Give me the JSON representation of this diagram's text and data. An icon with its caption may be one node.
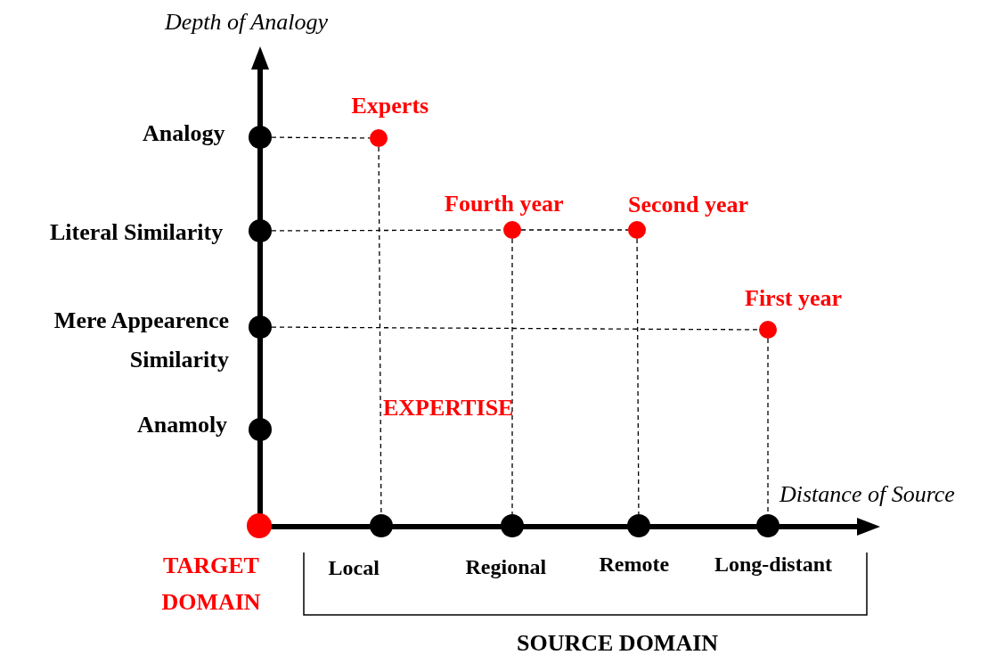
{
  "diagram": {
    "nodes": [
      {
        "text": [],
        "shape": "circle",
        "beside": [
          "Analogy"
        ]
      },
      {
        "text": [],
        "shape": "circle",
        "beside": [
          "Experts"
        ]
      },
      {
        "text": [],
        "shape": "circle",
        "beside": [
          "Literal Similarity"
        ]
      },
      {
        "text": [],
        "shape": "circle",
        "beside": [
          "Fourth year"
        ]
      },
      {
        "text": [],
        "shape": "circle",
        "beside": [
          "Second year"
        ]
      },
      {
        "text": [],
        "shape": "circle",
        "beside": [
          "Mere Appearence Similarity"
        ]
      },
      {
        "text": [],
        "shape": "circle",
        "beside": [
          "First year"
        ]
      },
      {
        "text": [],
        "shape": "circle",
        "beside": [
          "Anamoly"
        ]
      },
      {
        "text": [],
        "shape": "circle",
        "beside": [
          "TARGET DOMAIN"
        ]
      },
      {
        "text": [],
        "shape": "circle",
        "beside": [
          "Local"
        ]
      },
      {
        "text": [],
        "shape": "circle",
        "beside": [
          "Regional"
        ]
      },
      {
        "text": [],
        "shape": "circle",
        "beside": [
          "Remote"
        ]
      },
      {
        "text": [],
        "shape": "circle",
        "beside": [
          "Long-distant"
        ]
      }
    ],
    "edges": [
      {
        "from": 0,
        "to": 1,
        "arrow": "none",
        "style": "dashed"
      },
      {
        "from": 1,
        "to": 9,
        "arrow": "none",
        "style": "dashed"
      },
      {
        "from": 2,
        "to": 3,
        "arrow": "none",
        "style": "dashed"
      },
      {
        "from": 3,
        "to": 4,
        "arrow": "none",
        "style": "dashed"
      },
      {
        "from": 3,
        "to": 10,
        "arrow": "none",
        "style": "dashed"
      },
      {
        "from": 4,
        "to": 11,
        "arrow": "none",
        "style": "dashed"
      },
      {
        "from": 5,
        "to": 6,
        "arrow": "none",
        "style": "dashed"
      },
      {
        "from": 6,
        "to": 12,
        "arrow": "none",
        "style": "dashed"
      }
    ],
    "labels": [
      "Depth of Analogy",
      "Distance of Source",
      "EXPERTISE",
      "SOURCE DOMAIN"
    ]
  }
}
